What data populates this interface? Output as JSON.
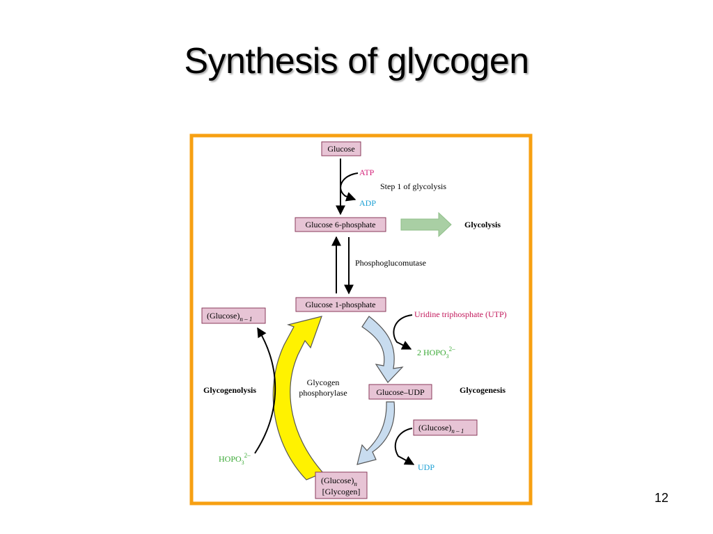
{
  "slide": {
    "title": "Synthesis of glycogen",
    "page_number": "12"
  },
  "colors": {
    "frame": "#f7a012",
    "node_fill": "#e7c4d5",
    "node_border": "#8a3a5a",
    "atp_magenta": "#d4237a",
    "utp_magenta": "#c2185b",
    "adp_cyan": "#1a9fd4",
    "phosphate_green": "#3aa935",
    "glycolysis_arrow": "#a9cfa4",
    "glycogenesis_arrow": "#c8dcef",
    "phosphorylase_arrow": "#fff200"
  },
  "diagram": {
    "nodes": {
      "glucose": "Glucose",
      "glucose_6_phosphate": "Glucose 6-phosphate",
      "glucose_1_phosphate": "Glucose 1-phosphate",
      "glucose_udp": "Glucose–UDP",
      "glucose_n_minus_1_left": "(Glucose)",
      "glucose_n_minus_1_left_sub": "n – 1",
      "glucose_n_minus_1_right": "(Glucose)",
      "glucose_n_minus_1_right_sub": "n – 1",
      "glycogen_line1": "(Glucose)",
      "glycogen_line1_sub": "n",
      "glycogen_line2": "[Glycogen]"
    },
    "labels": {
      "atp": "ATP",
      "adp": "ADP",
      "step1": "Step 1 of glycolysis",
      "glycolysis": "Glycolysis",
      "phosphoglucomutase": "Phosphoglucomutase",
      "utp": "Uridine triphosphate (UTP)",
      "hopo3_right_prefix": "2 HOPO",
      "hopo3_right_sub": "3",
      "hopo3_right_sup": "2–",
      "glycogenolysis": "Glycogenolysis",
      "glycogenesis": "Glycogenesis",
      "phosphorylase_line1": "Glycogen",
      "phosphorylase_line2": "phosphorylase",
      "hopo3_left_prefix": "HOPO",
      "hopo3_left_sub": "3",
      "hopo3_left_sup": "2–",
      "udp": "UDP"
    }
  }
}
